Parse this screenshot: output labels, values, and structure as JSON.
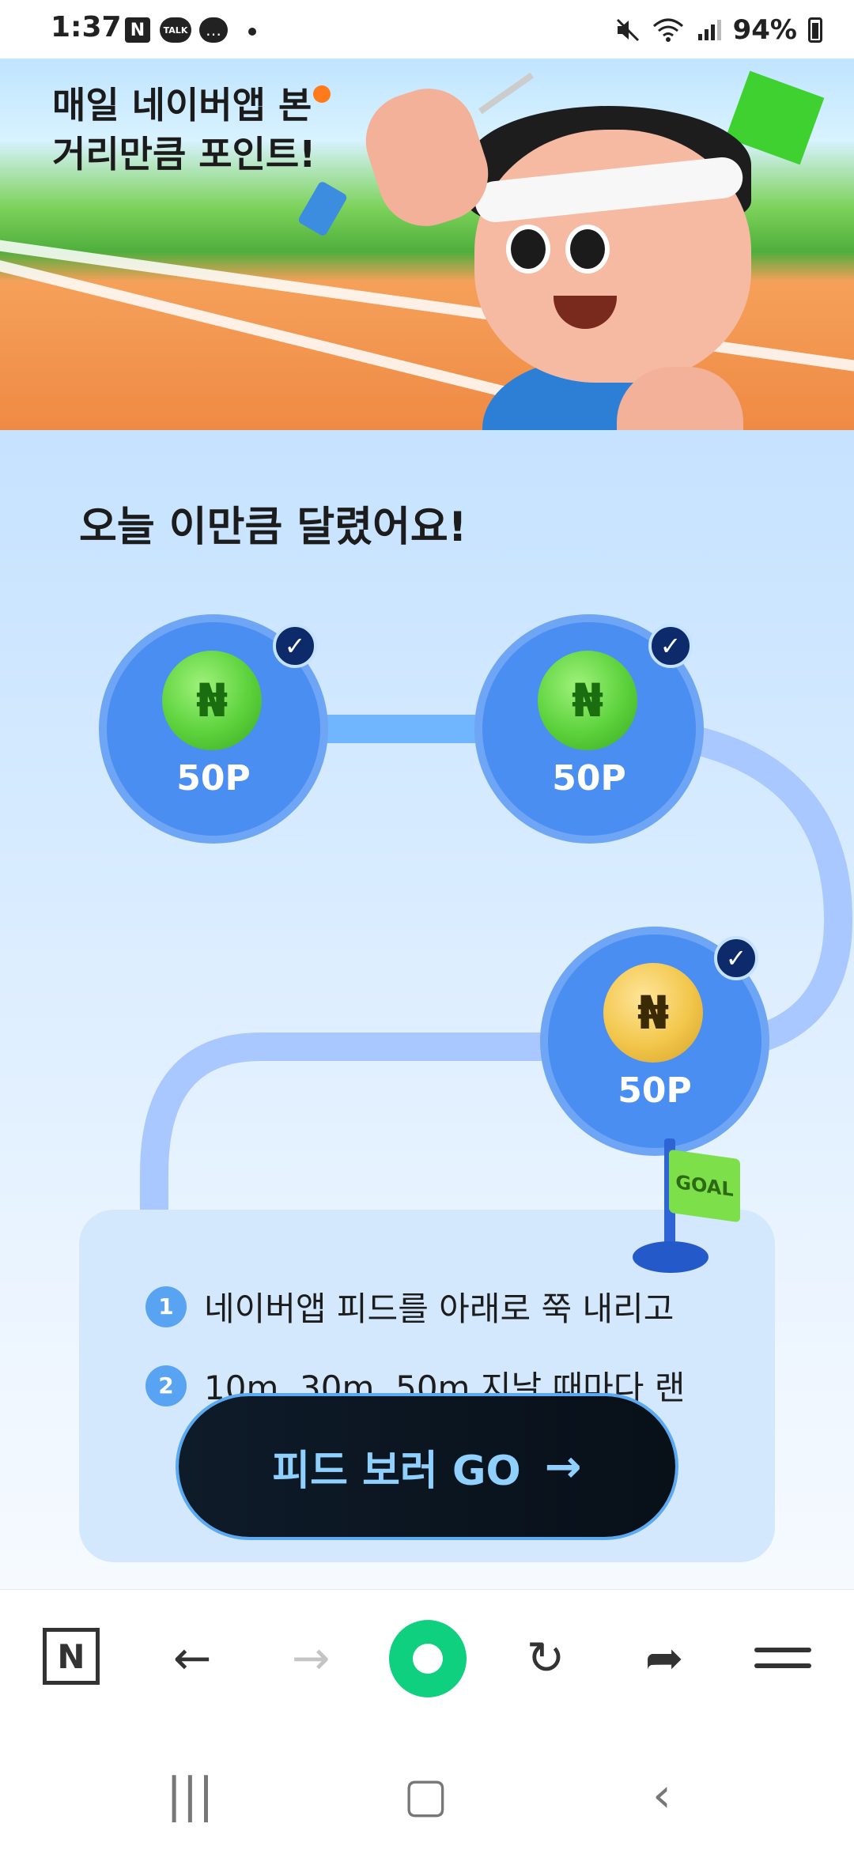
{
  "status_bar": {
    "time": "1:37",
    "naver_badge": "N",
    "talk_badge": "TALK",
    "chat_badge": "…",
    "battery": "94%"
  },
  "banner": {
    "title_line1": "매일 네이버앱 본",
    "title_line2": "거리만큼 포인트!"
  },
  "main": {
    "title": "오늘 이만큼 달렸어요!",
    "nodes": [
      {
        "label": "50P",
        "coin_symbol": "₦",
        "coin_color": "green",
        "checked": true
      },
      {
        "label": "50P",
        "coin_symbol": "₦",
        "coin_color": "green",
        "checked": true
      },
      {
        "label": "50P",
        "coin_symbol": "₦",
        "coin_color": "gold",
        "checked": true
      }
    ],
    "check_symbol": "✓",
    "goal_flag_label": "GOAL"
  },
  "card": {
    "steps": [
      {
        "number": "1",
        "text": "네이버앱 피드를 아래로 쭉 내리고"
      },
      {
        "number": "2",
        "text": "10m, 30m, 50m 지날 때마다 랜"
      }
    ],
    "button_label": "피드 보러 GO",
    "button_arrow": "→"
  },
  "browser_bar": {
    "naver_home": "N",
    "back": "←",
    "forward": "→",
    "reload": "↻",
    "share": "➦"
  },
  "system_nav": {
    "recents": "|||",
    "home": "▢",
    "back": "‹"
  },
  "colors": {
    "accent_blue": "#4b8ef2",
    "naver_green": "#0fd07e",
    "button_dark": "#0e1b29"
  }
}
